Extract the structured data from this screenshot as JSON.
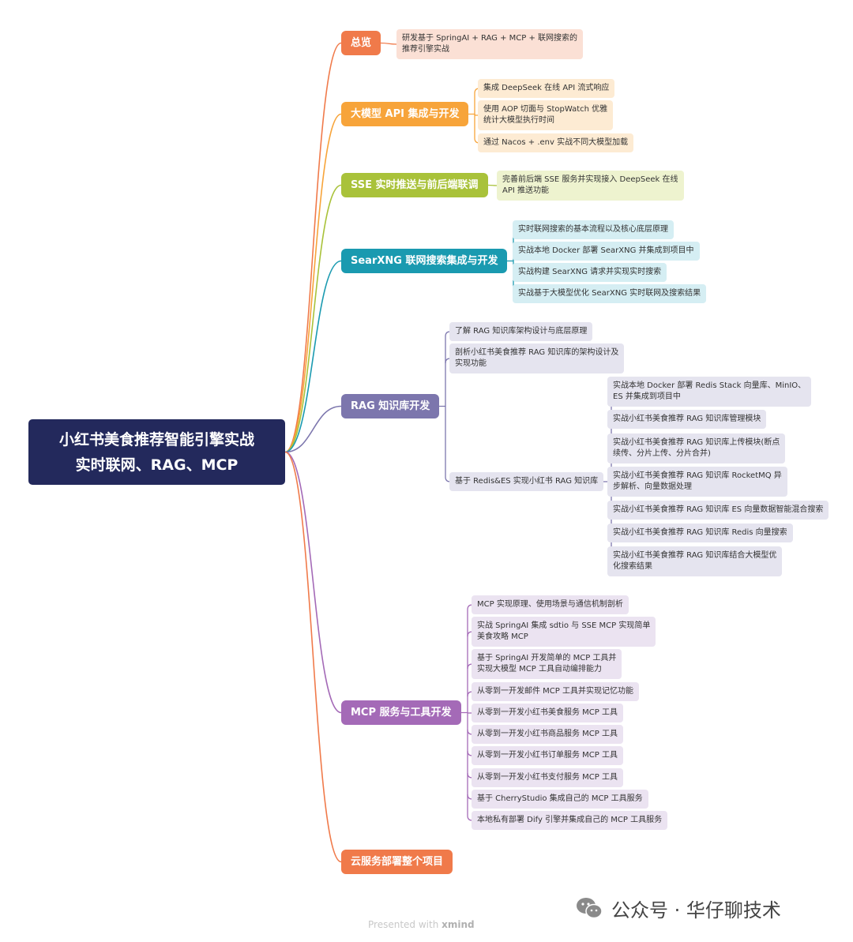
{
  "root": {
    "line1": "小红书美食推荐智能引擎实战",
    "line2": "实时联网、RAG、MCP"
  },
  "branches": [
    {
      "label": "总览",
      "color": "#f07a4a",
      "leaves": [
        "研发基于 SpringAI + RAG + MCP + 联网搜索的\n推荐引擎实战"
      ]
    },
    {
      "label": "大模型 API 集成与开发",
      "color": "#f7a43a",
      "leaves": [
        "集成 DeepSeek 在线 API 流式响应",
        "使用 AOP 切面与 StopWatch 优雅\n统计大模型执行时间",
        "通过 Nacos + .env 实战不同大模型加载"
      ]
    },
    {
      "label": "SSE 实时推送与前后端联调",
      "color": "#a9c23a",
      "leaves": [
        "完善前后端 SSE 服务并实现接入 DeepSeek 在线\nAPI 推送功能"
      ]
    },
    {
      "label": "SearXNG 联网搜索集成与开发",
      "color": "#1a9ab0",
      "leaves": [
        "实时联网搜索的基本流程以及核心底层原理",
        "实战本地 Docker 部署 SearXNG 并集成到项目中",
        "实战构建 SearXNG 请求并实现实时搜索",
        "实战基于大模型优化 SearXNG 实时联网及搜索结果"
      ]
    },
    {
      "label": "RAG 知识库开发",
      "color": "#7c76ad",
      "leaves": [
        "了解 RAG 知识库架构设计与底层原理",
        "剖析小红书美食推荐 RAG 知识库的架构设计及\n实现功能",
        "基于 Redis&ES 实现小红书 RAG 知识库"
      ],
      "subleaves": [
        "实战本地 Docker 部署 Redis Stack 向量库、MinIO、\nES 并集成到项目中",
        "实战小红书美食推荐 RAG 知识库管理模块",
        "实战小红书美食推荐 RAG 知识库上传模块(断点\n续传、分片上传、分片合并)",
        "实战小红书美食推荐 RAG 知识库 RocketMQ 异\n步解析、向量数据处理",
        "实战小红书美食推荐 RAG 知识库 ES 向量数据智能混合搜索",
        "实战小红书美食推荐 RAG 知识库 Redis 向量搜索",
        "实战小红书美食推荐 RAG 知识库结合大模型优\n化搜索结果"
      ]
    },
    {
      "label": "MCP 服务与工具开发",
      "color": "#a46ab7",
      "leaves": [
        "MCP 实现原理、使用场景与通信机制剖析",
        "实战 SpringAI 集成 sdtio 与 SSE MCP 实现简单\n美食攻略 MCP",
        "基于 SpringAI 开发简单的 MCP 工具并\n实现大模型 MCP 工具自动编排能力",
        "从零到一开发邮件 MCP 工具并实现记忆功能",
        "从零到一开发小红书美食服务 MCP 工具",
        "从零到一开发小红书商品服务 MCP 工具",
        "从零到一开发小红书订单服务 MCP 工具",
        "从零到一开发小红书支付服务 MCP 工具",
        "基于 CherryStudio 集成自己的 MCP 工具服务",
        "本地私有部署 Dify 引擎并集成自己的 MCP 工具服务"
      ]
    },
    {
      "label": "云服务部署整个项目",
      "color": "#f07a4a",
      "leaves": []
    }
  ],
  "watermark": "公众号 · 华仔聊技术",
  "presented": {
    "prefix": "Presented with ",
    "brand": "xmind"
  }
}
